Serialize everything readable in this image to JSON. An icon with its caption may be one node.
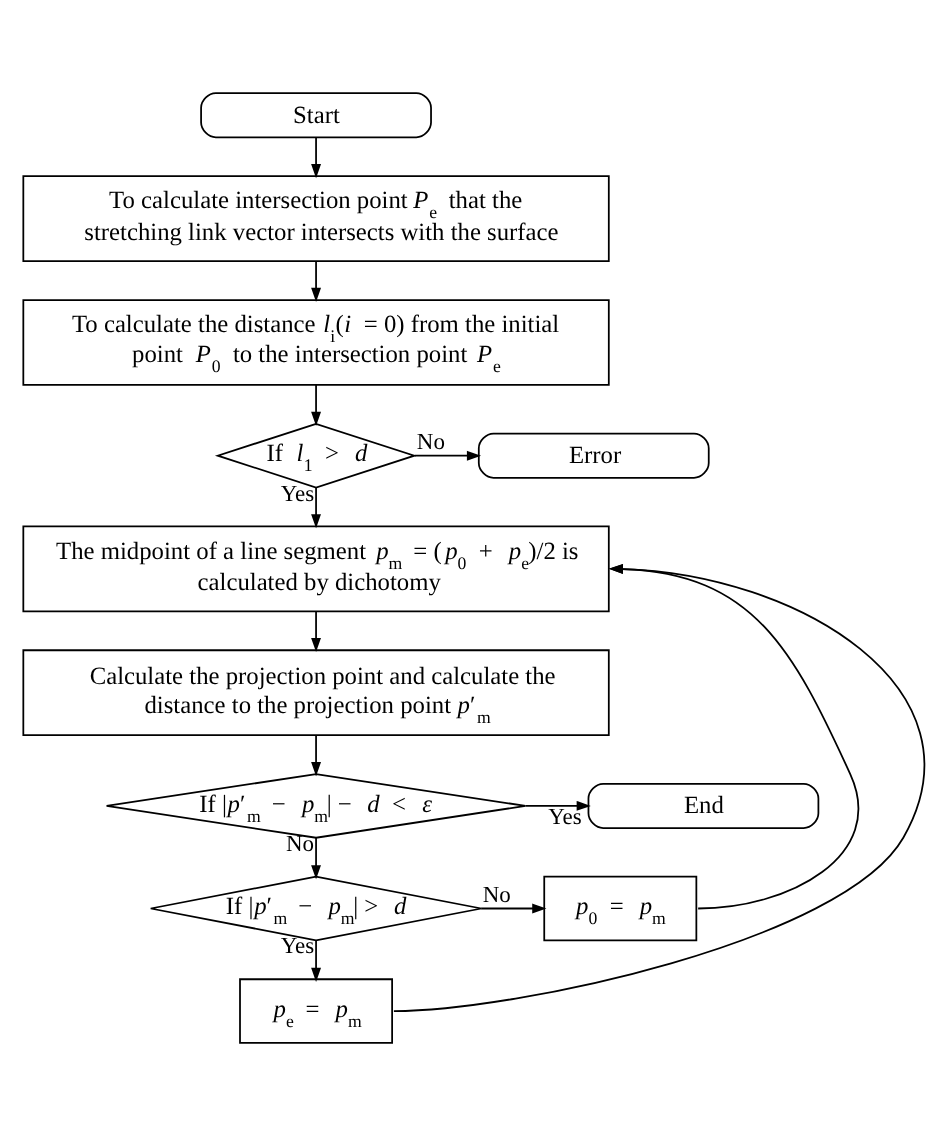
{
  "diagram": {
    "nodes": [
      {
        "text": [
          "Start"
        ]
      },
      {
        "text": [
          "To calculate intersection point *P*$_{e}$ that the stretching link vector intersects with the surface"
        ]
      },
      {
        "text": [
          "To calculate the distance *l*$_{i}$(*i* = 0) from the initial point *P*$_{0}$ to the intersection point *P*$_{e}$"
        ]
      },
      {
        "text": [
          "If *l*$_{1}$ > *d*"
        ]
      },
      {
        "text": [
          "Error"
        ]
      },
      {
        "text": [
          "The midpoint of a line segment *p*$_{m}$ = (*p*$_{0}$ + *p*$_{e}$)/2 is calculated by dichotomy"
        ]
      },
      {
        "text": [
          "Calculate the projection point and calculate the distance to the projection point *p*′$_{m}$"
        ]
      },
      {
        "text": [
          "If |*p*′$_{m}$ − *p*$_{m}$| − *d* < *ε*"
        ]
      },
      {
        "text": [
          "End"
        ]
      },
      {
        "text": [
          "If |*p*′$_{m}$ − *p*$_{m}$| > *d*"
        ]
      },
      {
        "text": [
          "*p*$_{0}$ = *p*$_{m}$"
        ]
      },
      {
        "text": [
          "*p*$_{e}$ = *p*$_{m}$"
        ]
      }
    ],
    "edges": [
      {
        "from": 0,
        "to": 1,
        "arrow": "to"
      },
      {
        "from": 1,
        "to": 2,
        "arrow": "to"
      },
      {
        "from": 2,
        "to": 3,
        "arrow": "to"
      },
      {
        "from": 3,
        "to": 4,
        "arrow": "to",
        "label": "No"
      },
      {
        "from": 3,
        "to": 5,
        "arrow": "to",
        "label": "Yes"
      },
      {
        "from": 5,
        "to": 6,
        "arrow": "to"
      },
      {
        "from": 6,
        "to": 7,
        "arrow": "to"
      },
      {
        "from": 7,
        "to": 8,
        "arrow": "to",
        "label": "Yes"
      },
      {
        "from": 7,
        "to": 9,
        "arrow": "to",
        "label": "No"
      },
      {
        "from": 9,
        "to": 10,
        "arrow": "to",
        "label": "No"
      },
      {
        "from": 9,
        "to": 11,
        "arrow": "to",
        "label": "Yes"
      },
      {
        "from": 10,
        "to": 5,
        "arrow": "to"
      },
      {
        "from": 11,
        "to": 5,
        "arrow": "to"
      }
    ]
  }
}
